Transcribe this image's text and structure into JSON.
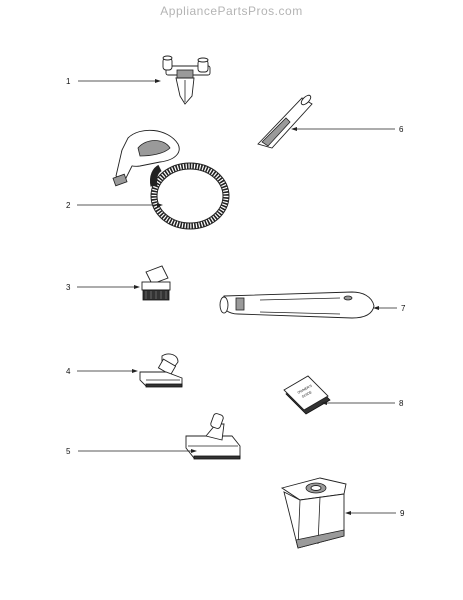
{
  "watermark": "AppliancePartsPros.com",
  "callouts": [
    {
      "id": "1",
      "label": "1"
    },
    {
      "id": "2",
      "label": "2"
    },
    {
      "id": "3",
      "label": "3"
    },
    {
      "id": "4",
      "label": "4"
    },
    {
      "id": "5",
      "label": "5"
    },
    {
      "id": "6",
      "label": "6"
    },
    {
      "id": "7",
      "label": "7"
    },
    {
      "id": "8",
      "label": "8"
    },
    {
      "id": "9",
      "label": "9"
    }
  ],
  "guide_cover_text": [
    "OWNER'S",
    "GUIDE"
  ],
  "parts": [
    {
      "callout": "1",
      "icon": "power-nozzle-adapter-icon"
    },
    {
      "callout": "2",
      "icon": "hose-with-handle-icon"
    },
    {
      "callout": "3",
      "icon": "dusting-brush-icon"
    },
    {
      "callout": "4",
      "icon": "upholstery-nozzle-icon"
    },
    {
      "callout": "5",
      "icon": "floor-nozzle-icon"
    },
    {
      "callout": "6",
      "icon": "crevice-tool-icon"
    },
    {
      "callout": "7",
      "icon": "extension-wand-icon"
    },
    {
      "callout": "8",
      "icon": "owners-guide-icon"
    },
    {
      "callout": "9",
      "icon": "dust-bag-icon"
    }
  ]
}
